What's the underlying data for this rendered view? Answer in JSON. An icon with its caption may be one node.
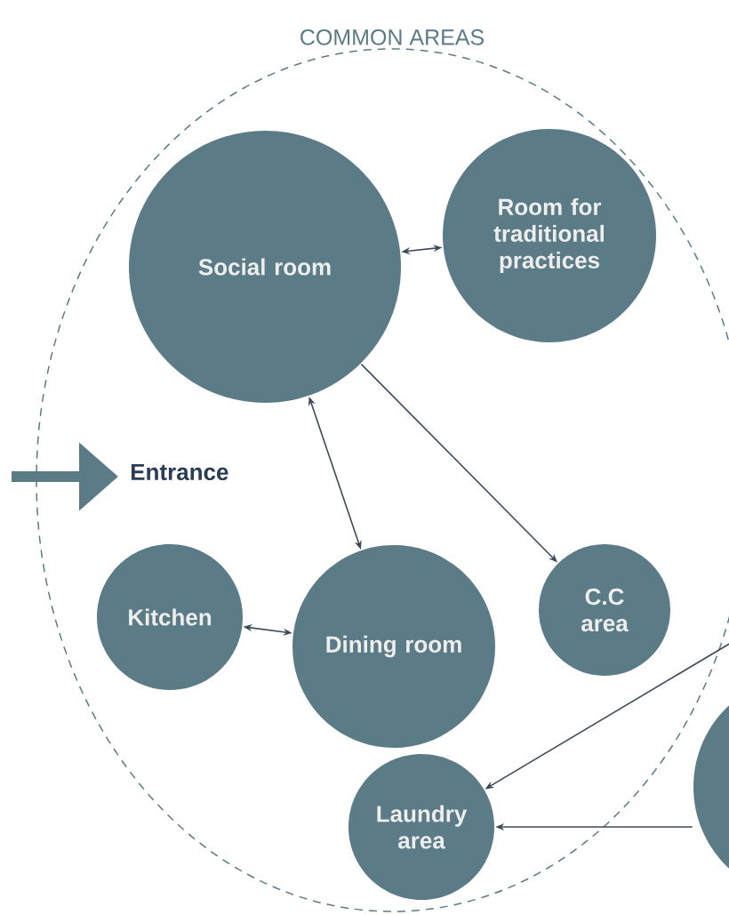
{
  "diagram": {
    "nodes": [
      {
        "text": [
          "COMMON AREAS"
        ]
      },
      {
        "text": [
          "Social room"
        ],
        "in": 0
      },
      {
        "text": [
          "Room for traditional practices"
        ],
        "in": 0
      },
      {
        "text": [
          "Entrance"
        ],
        "in": 0
      },
      {
        "text": [
          "Kitchen"
        ],
        "in": 0
      },
      {
        "text": [
          "Dining room"
        ],
        "in": 0
      },
      {
        "text": [
          "C.C area"
        ],
        "in": 0
      },
      {
        "text": [
          "Laundry area"
        ],
        "in": 0
      },
      {
        "text": [],
        "shape": "circle"
      }
    ],
    "edges": [
      {
        "from": 1,
        "to": 2,
        "arrow": "both"
      },
      {
        "from": 1,
        "to": 6,
        "arrow": "to"
      },
      {
        "from": 1,
        "to": 5,
        "arrow": "both"
      },
      {
        "from": 4,
        "to": 5,
        "arrow": "both"
      },
      {
        "from": null,
        "to": 7,
        "arrow": "to"
      },
      {
        "from": 8,
        "to": 7,
        "arrow": "to"
      },
      {
        "from": null,
        "to": 3,
        "arrow": "to",
        "style": "thick",
        "color": "#5b7b86"
      }
    ]
  }
}
